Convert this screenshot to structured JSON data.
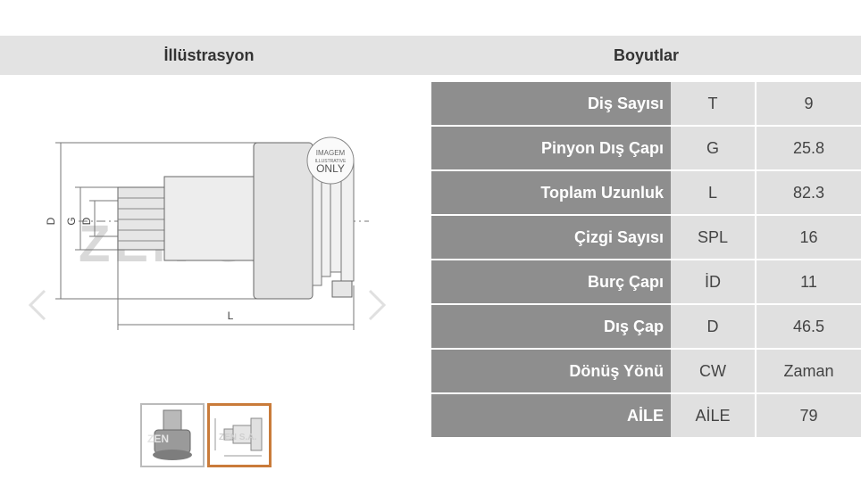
{
  "header": {
    "left_title": "İllüstrasyon",
    "right_title": "Boyutlar"
  },
  "illustration": {
    "watermark": "ZEN S.A.",
    "stamp": [
      "IMAGEM",
      "ILLUSTRATIVE",
      "ONLY"
    ],
    "dim_labels": {
      "d": "D",
      "g": "G",
      "i": "D",
      "l": "L"
    }
  },
  "nav": {
    "prev_icon": "chevron-left-icon",
    "next_icon": "chevron-right-icon"
  },
  "thumbnails": [
    {
      "name": "photo-thumbnail",
      "watermark": "ZEN"
    },
    {
      "name": "drawing-thumbnail",
      "watermark": "ZEN S.A.",
      "selected": true
    }
  ],
  "dimensions": [
    {
      "label": "Diş Sayısı",
      "code": "T",
      "value": "9"
    },
    {
      "label": "Pinyon Dış Çapı",
      "code": "G",
      "value": "25.8"
    },
    {
      "label": "Toplam Uzunluk",
      "code": "L",
      "value": "82.3"
    },
    {
      "label": "Çizgi Sayısı",
      "code": "SPL",
      "value": "16"
    },
    {
      "label": "Burç Çapı",
      "code": "İD",
      "value": "11"
    },
    {
      "label": "Dış Çap",
      "code": "D",
      "value": "46.5"
    },
    {
      "label": "Dönüş Yönü",
      "code": "CW",
      "value": "Zaman"
    },
    {
      "label": "AİLE",
      "code": "AİLE",
      "value": "79"
    }
  ],
  "colors": {
    "header_bg": "#e3e3e3",
    "label_bg": "#8e8e8e",
    "cell_bg": "#e0e0e0",
    "selected_thumb": "#c97b3a"
  }
}
